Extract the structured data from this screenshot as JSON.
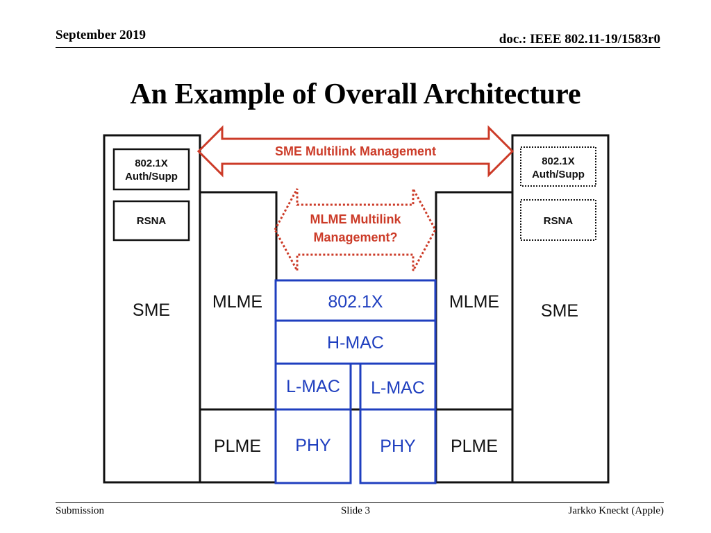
{
  "header": {
    "date": "September 2019",
    "doc": "doc.: IEEE 802.11-19/1583r0"
  },
  "title": "An Example of Overall Architecture",
  "diagram": {
    "colors": {
      "black": "#111111",
      "blue": "#1f3fbf",
      "red": "#cc3b28"
    },
    "left_auth_line1": "802.1X",
    "left_auth_line2": "Auth/Supp",
    "left_rsna": "RSNA",
    "left_sme": "SME",
    "right_auth_line1": "802.1X",
    "right_auth_line2": "Auth/Supp",
    "right_rsna": "RSNA",
    "right_sme": "SME",
    "left_mlme": "MLME",
    "right_mlme": "MLME",
    "left_plme": "PLME",
    "right_plme": "PLME",
    "sme_multilink": "SME Multilink Management",
    "mlme_multilink_line1": "MLME Multilink",
    "mlme_multilink_line2": "Management?",
    "dot1x": "802.1X",
    "hmac": "H-MAC",
    "lmac_left": "L-MAC",
    "lmac_right": "L-MAC",
    "phy_left": "PHY",
    "phy_right": "PHY"
  },
  "footer": {
    "left": "Submission",
    "center": "Slide 3",
    "right": "Jarkko Kneckt (Apple)"
  }
}
